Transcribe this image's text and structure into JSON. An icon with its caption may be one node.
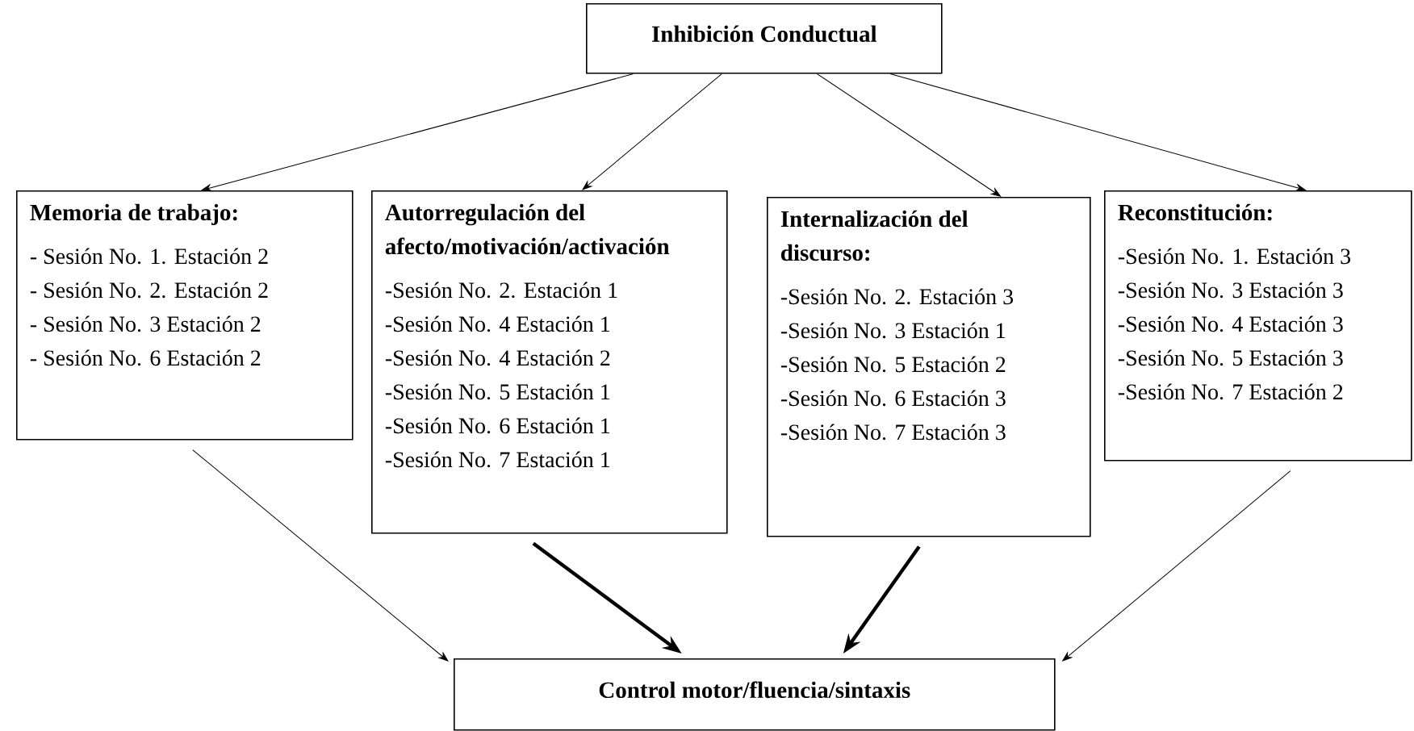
{
  "diagram": {
    "nodes": [
      {
        "text": [
          "Inhibición Conductual"
        ]
      },
      {
        "text": [
          "Memoria de trabajo:",
          "- Sesión No. 1. Estación 2",
          "- Sesión No. 2. Estación 2",
          "- Sesión No. 3 Estación 2",
          "- Sesión No. 6 Estación 2"
        ]
      },
      {
        "text": [
          "Autorregulación del afecto/motivación/activación",
          "-Sesión No. 2. Estación 1",
          "-Sesión No. 4 Estación 1",
          "-Sesión No. 4 Estación 2",
          "-Sesión No. 5 Estación 1",
          "-Sesión No. 6 Estación 1",
          "-Sesión No. 7 Estación 1"
        ]
      },
      {
        "text": [
          "Internalización del discurso:",
          "-Sesión No. 2. Estación 3",
          "-Sesión No. 3 Estación 1",
          "-Sesión No. 5 Estación 2",
          "-Sesión No. 6 Estación 3",
          "-Sesión No. 7 Estación 3"
        ]
      },
      {
        "text": [
          "Reconstitución:",
          "-Sesión No. 1. Estación 3",
          "-Sesión No. 3 Estación 3",
          "-Sesión No. 4 Estación 3",
          "-Sesión No. 5 Estación 3",
          "-Sesión No. 7 Estación 2"
        ]
      },
      {
        "text": [
          "Control motor/fluencia/sintaxis"
        ]
      }
    ],
    "edges": [
      {
        "from": 0,
        "to": 1,
        "arrow": "to"
      },
      {
        "from": 0,
        "to": 2,
        "arrow": "to"
      },
      {
        "from": 0,
        "to": 3,
        "arrow": "to"
      },
      {
        "from": 0,
        "to": 4,
        "arrow": "to"
      },
      {
        "from": 1,
        "to": 5,
        "arrow": "to"
      },
      {
        "from": 2,
        "to": 5,
        "arrow": "to",
        "style": "thick"
      },
      {
        "from": 3,
        "to": 5,
        "arrow": "to",
        "style": "thick"
      },
      {
        "from": 4,
        "to": 5,
        "arrow": "to"
      }
    ]
  }
}
